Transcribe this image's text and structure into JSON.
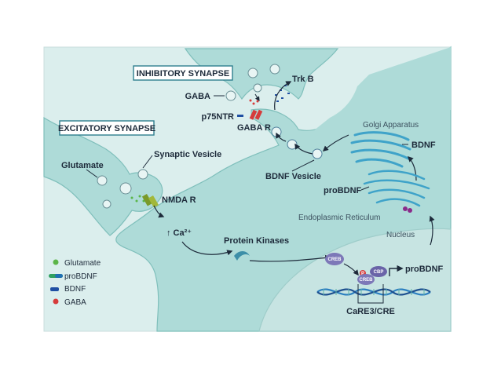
{
  "labels": {
    "inhibitory_synapse": "INHIBITORY SYNAPSE",
    "excitatory_synapse": "EXCITATORY SYNAPSE",
    "trk_b": "Trk B",
    "gaba": "GABA",
    "p75ntr": "p75NTR",
    "gaba_r": "GABA R",
    "synaptic_vesicle": "Synaptic Vesicle",
    "glutamate": "Glutamate",
    "nmda_r": "NMDA R",
    "ca2": "↑ Ca²⁺",
    "protein_kinases": "Protein Kinases",
    "bdnf_vesicle": "BDNF Vesicle",
    "golgi": "Golgi Apparatus",
    "bdnf": "BDNF",
    "probdnf": "proBDNF",
    "er": "Endoplasmic Reticulum",
    "nucleus": "Nucleus",
    "creb": "CREB",
    "creb2": "CREB",
    "cbp": "CBP",
    "p": "P",
    "probdnf_gene": "proBDNF",
    "care3": "CaRE3/CRE"
  },
  "legend": [
    {
      "label": "Glutamate",
      "icon": "glutamate-dot-icon",
      "color": "#5bb548"
    },
    {
      "label": "proBDNF",
      "icon": "probdnf-icon",
      "color": "#1f6fb3"
    },
    {
      "label": "BDNF",
      "icon": "bdnf-icon",
      "color": "#1f4fa3"
    },
    {
      "label": "GABA",
      "icon": "gaba-dot-icon",
      "color": "#d63b3b"
    }
  ],
  "colors": {
    "background": "#dbeeed",
    "cell": "#aedbd8",
    "cell_edge": "#7fbfbb",
    "nucleus": "#c7e4e2",
    "box_border": "#2f7f8f",
    "arrow": "#1d2a3a",
    "organelle": "#3fa3c9"
  }
}
